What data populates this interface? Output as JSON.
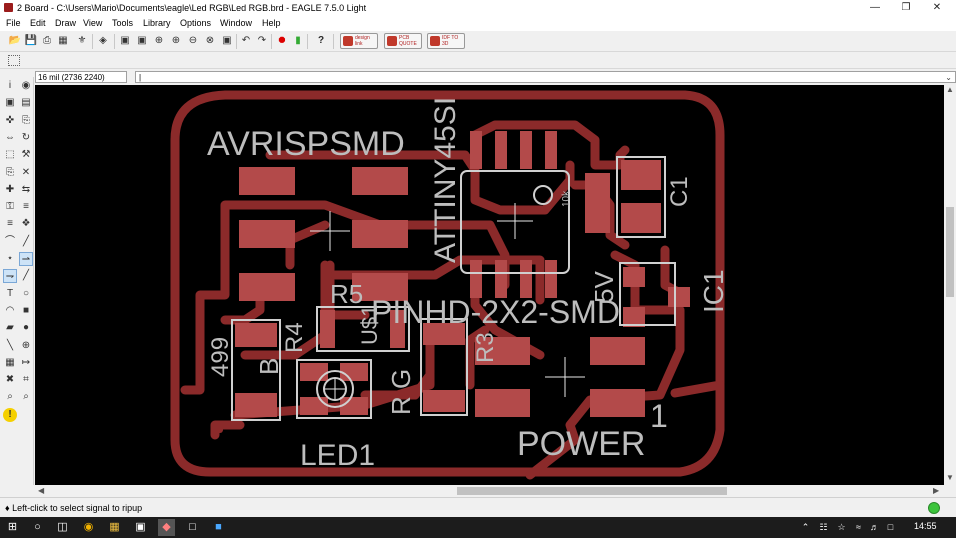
{
  "window": {
    "title": "2 Board - C:\\Users\\Mario\\Documents\\eagle\\Led RGB\\Led RGB.brd - EAGLE 7.5.0 Light",
    "minimize_icon": "minimize-icon",
    "maximize_icon": "restore-icon",
    "close_icon": "close-icon"
  },
  "menu": [
    "File",
    "Edit",
    "Draw",
    "View",
    "Tools",
    "Library",
    "Options",
    "Window",
    "Help"
  ],
  "toolbar": {
    "icons": [
      "open-icon",
      "save-icon",
      "print-icon",
      "cam-icon",
      "script-icon",
      "ulp-icon",
      "zoom-fit-icon",
      "zoom-in-icon",
      "zoom-out-icon",
      "zoom-redraw-icon",
      "zoom-select-icon",
      "zoom-last-icon",
      "undo-icon",
      "redo-icon",
      "stop-icon",
      "go-icon",
      "help-icon"
    ],
    "brand_buttons": [
      {
        "name": "designlink",
        "label": "design link"
      },
      {
        "name": "pcb-quote",
        "label": "PCB QUOTE"
      },
      {
        "name": "idf-to-3d",
        "label": "IDF TO 3D"
      }
    ]
  },
  "command": {
    "coordinate": "16 mil (2736 2240)",
    "input_value": "|"
  },
  "left_tools": [
    "info-icon",
    "show-icon",
    "display-icon",
    "mark-icon",
    "move-icon",
    "copy-icon",
    "mirror-icon",
    "rotate-icon",
    "group-icon",
    "change-icon",
    "paste-icon",
    "delete-icon",
    "add-icon",
    "replace-icon",
    "lock-icon",
    "name-icon",
    "value-icon",
    "smash-icon",
    "miter-icon",
    "split-icon",
    "optimize-icon",
    "route-icon",
    "ripup-icon",
    "wire-icon",
    "text-icon",
    "circle-icon",
    "arc-icon",
    "rect-icon",
    "polygon-icon",
    "via-icon",
    "signal-icon",
    "hole-icon",
    "attribute-icon",
    "dimension-icon",
    "ratsnest-icon",
    "autorouter-icon",
    "drc-icon",
    "errors-icon",
    "erc-icon"
  ],
  "board": {
    "labels": {
      "avrispsmd": "AVRISPSMD",
      "attiny": "ATTINY45SI",
      "pinhd": "PINHD-2X2-SMD",
      "power": "POWER",
      "led1": "LED1",
      "r5": "R5",
      "r4": "R4",
      "r3": "R3",
      "r_g": "R G",
      "r_b": "B",
      "val499": "499",
      "c1": "C1",
      "ic1": "IC1",
      "v5": "5V",
      "one": "1",
      "ten_k": "10k",
      "u1": "U$1"
    },
    "colors": {
      "background": "#000000",
      "copper": "#8b2a2a",
      "pad": "#b34a4a",
      "silkscreen": "#c8c8c8",
      "outline": "#d0d0d0"
    }
  },
  "status": {
    "text": "♦ Left-click to select signal to ripup",
    "indicator_color": "#3cc43c"
  },
  "taskbar": {
    "time": "14:55",
    "apps": [
      "start-icon",
      "cortana-icon",
      "taskview-icon",
      "chrome-icon",
      "explorer-icon",
      "store-icon",
      "eagle-icon",
      "photos-icon",
      "photoshop-icon"
    ],
    "tray": [
      "up-arrow-icon",
      "network-icon",
      "language-icon",
      "wifi-icon",
      "volume-icon",
      "notifications-icon"
    ]
  }
}
